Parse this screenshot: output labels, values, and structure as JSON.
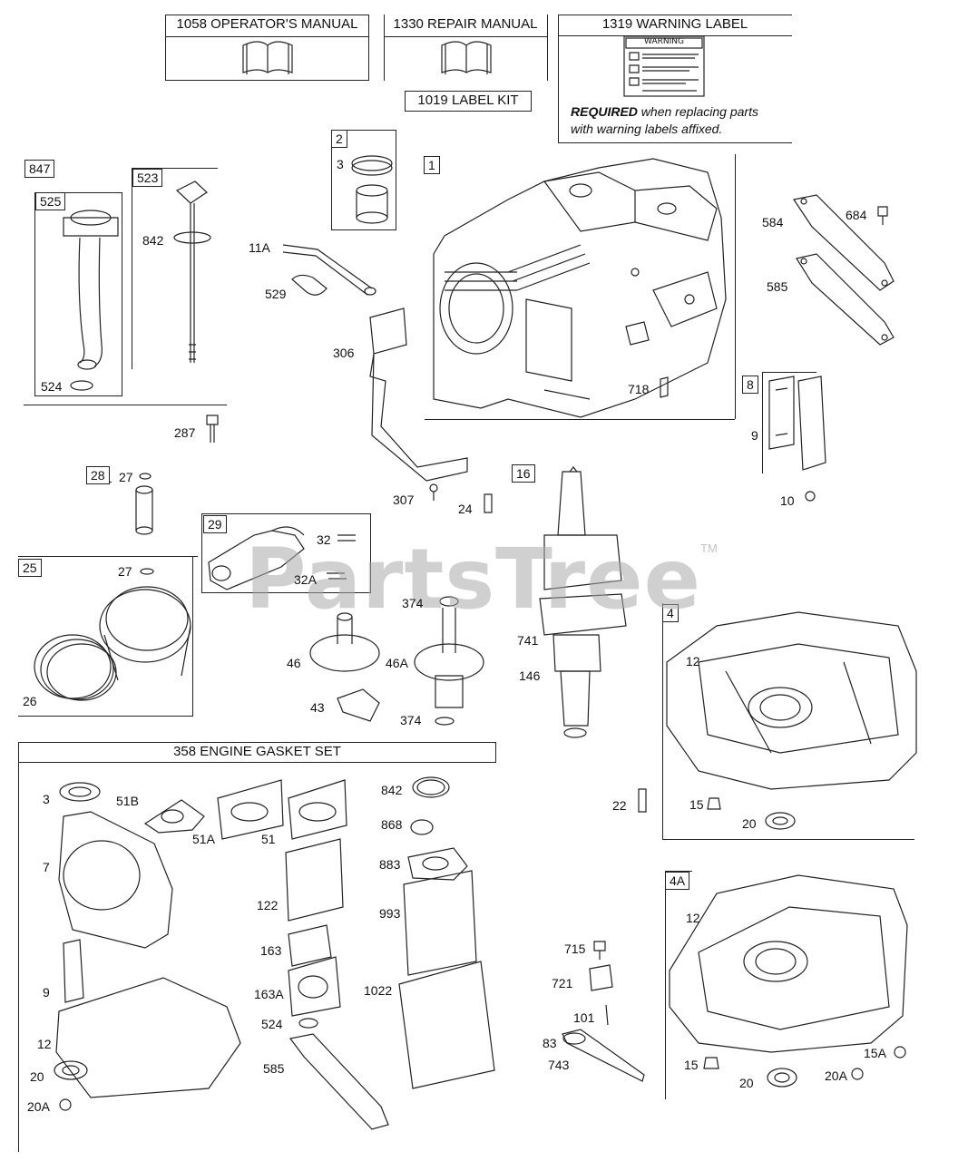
{
  "manuals": {
    "operators": "1058 OPERATOR'S MANUAL",
    "repair": "1330 REPAIR MANUAL",
    "warning": "1319 WARNING LABEL",
    "label_kit": "1019 LABEL KIT",
    "warning_badge": "WARNING",
    "required_bold": "REQUIRED",
    "required_rest": " when replacing parts",
    "required_line2": "with warning labels affixed."
  },
  "watermark": {
    "text": "PartsTree",
    "tm": "TM"
  },
  "gasket_set_title": "358 ENGINE GASKET SET",
  "boxed_labels": {
    "b847": "847",
    "b525": "525",
    "b523": "523",
    "b2": "2",
    "b1": "1",
    "b8": "8",
    "b28": "28",
    "b29": "29",
    "b25": "25",
    "b16": "16",
    "b4": "4",
    "b4a": "4A"
  },
  "part_labels": {
    "p3_top": "3",
    "p11a": "11A",
    "p529": "529",
    "p306": "306",
    "p584": "584",
    "p684": "684",
    "p585_top": "585",
    "p842_top": "842",
    "p524_top": "524",
    "p287": "287",
    "p718": "718",
    "p9_right": "9",
    "p10": "10",
    "p307": "307",
    "p24": "24",
    "p27_a": "27",
    "p27_b": "27",
    "p32": "32",
    "p32a": "32A",
    "p374_a": "374",
    "p46": "46",
    "p46a": "46A",
    "p43": "43",
    "p374_b": "374",
    "p741": "741",
    "p146": "146",
    "p26": "26",
    "p12_a": "12",
    "p22": "22",
    "p15_a": "15",
    "p20_a": "20",
    "p3_g": "3",
    "p51b": "51B",
    "p51a": "51A",
    "p51": "51",
    "p842_g": "842",
    "p868": "868",
    "p7": "7",
    "p883": "883",
    "p122": "122",
    "p993": "993",
    "p163": "163",
    "p9_g": "9",
    "p163a": "163A",
    "p1022": "1022",
    "p524_g": "524",
    "p12_g": "12",
    "p585_g": "585",
    "p20_g": "20",
    "p20a_g": "20A",
    "p715": "715",
    "p721": "721",
    "p101": "101",
    "p83": "83",
    "p743": "743",
    "p12_b": "12",
    "p15_b": "15",
    "p15a": "15A",
    "p20_b": "20",
    "p20a_b": "20A"
  }
}
